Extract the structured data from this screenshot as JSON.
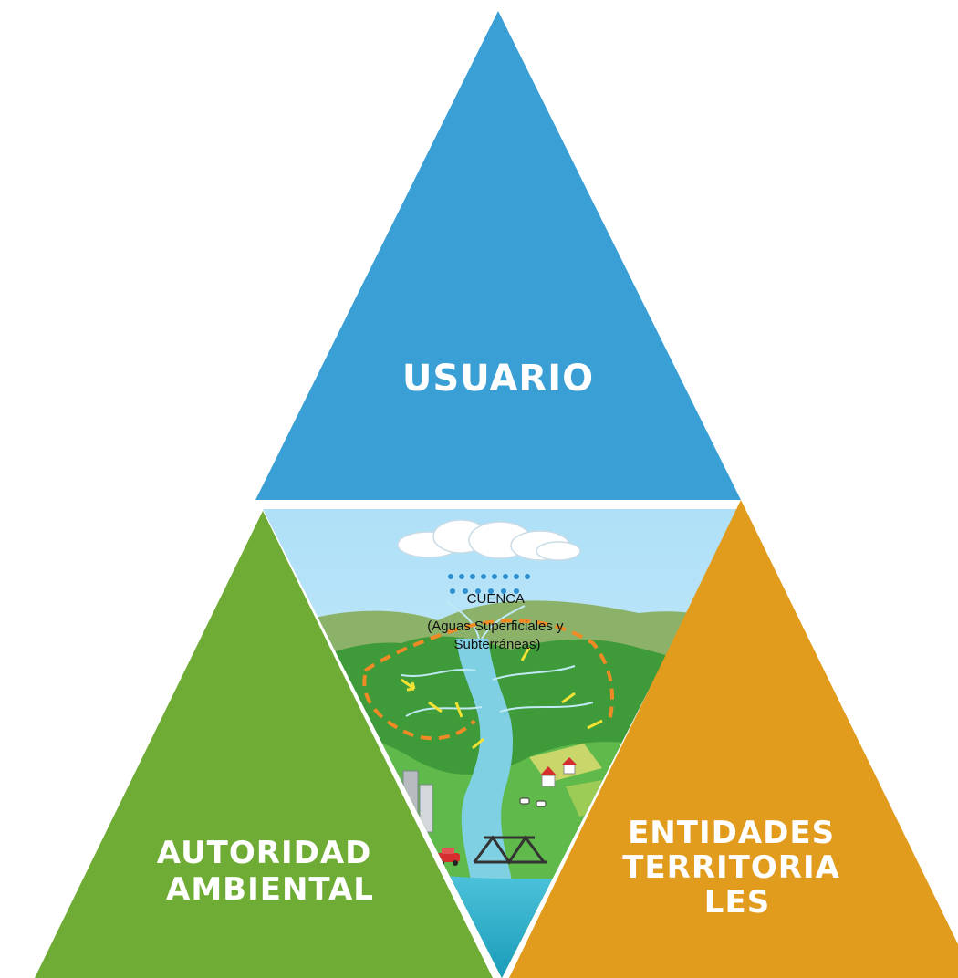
{
  "diagram": {
    "top": {
      "label": "USUARIO",
      "color": "#3a9fd4"
    },
    "left": {
      "lines": [
        "AUTORIDAD",
        "AMBIENTAL"
      ],
      "color": "#6fac35"
    },
    "right": {
      "lines": [
        "ENTIDADES",
        "TERRITORIA",
        "LES"
      ],
      "color": "#e19b1d"
    },
    "center": {
      "lines": [
        "CUENCA",
        "(Aguas Superficiales y",
        "Subterráneas)"
      ],
      "image_label": "watershed-illustration"
    }
  }
}
